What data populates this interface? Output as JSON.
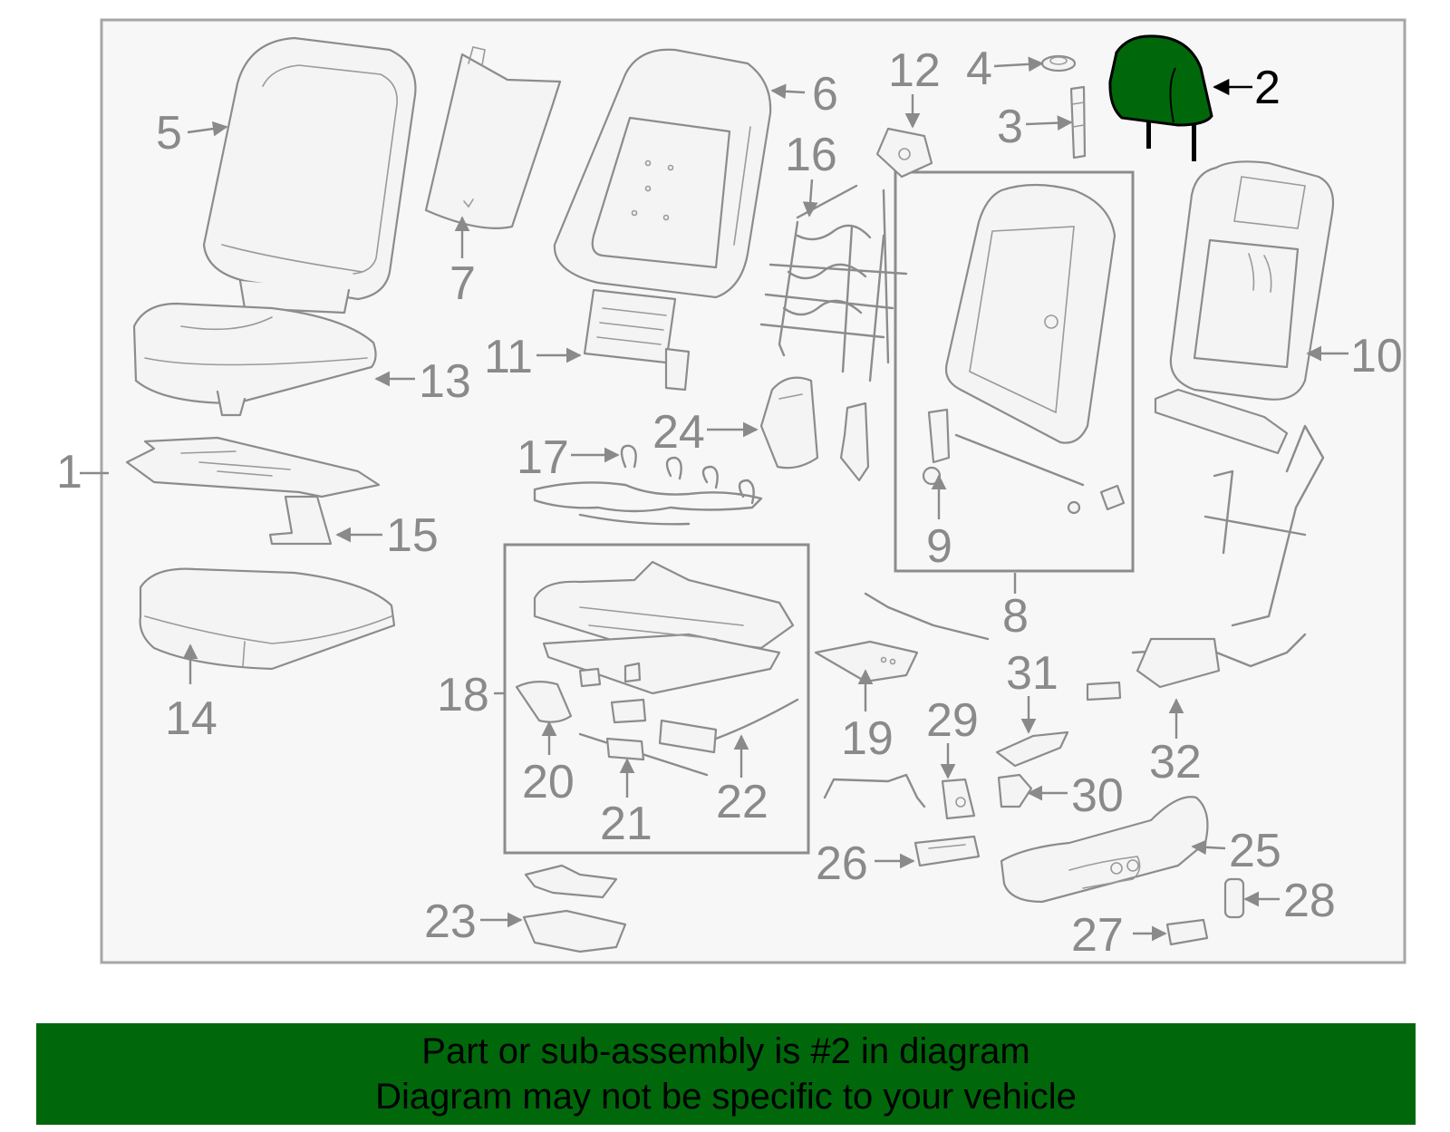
{
  "colors": {
    "highlight": "#00680a",
    "line": "#8a8a8a",
    "frame": "#a6a6a6",
    "panel_background": "#f7f7f7",
    "banner": "#00680a"
  },
  "callouts": [
    "1",
    "2",
    "3",
    "4",
    "5",
    "6",
    "7",
    "8",
    "9",
    "10",
    "11",
    "12",
    "13",
    "14",
    "15",
    "16",
    "17",
    "18",
    "19",
    "20",
    "21",
    "22",
    "23",
    "24",
    "25",
    "26",
    "27",
    "28",
    "29",
    "30",
    "31",
    "32"
  ],
  "highlighted_part": "2",
  "footer": {
    "line1": "Part or sub-assembly is #2 in diagram",
    "line2": "Diagram may not be specific to your vehicle"
  }
}
